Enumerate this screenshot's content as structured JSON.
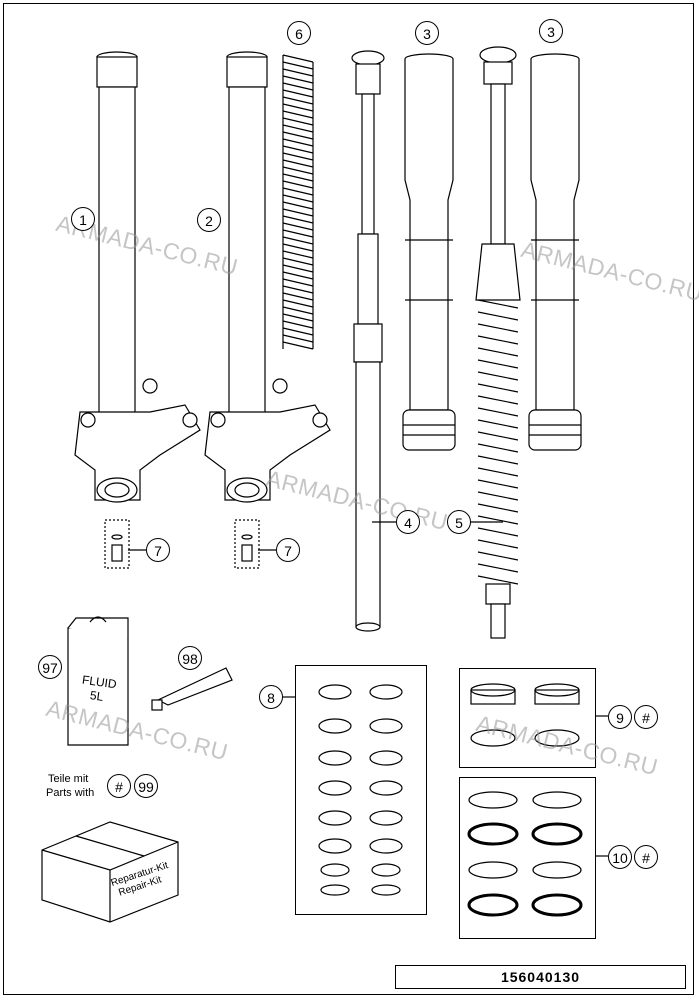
{
  "callouts": {
    "c1": "1",
    "c2": "2",
    "c3a": "3",
    "c3b": "3",
    "c4": "4",
    "c5": "5",
    "c6": "6",
    "c7a": "7",
    "c7b": "7",
    "c8": "8",
    "c9": "9",
    "c9hash": "#",
    "c10": "10",
    "c10hash": "#",
    "c97": "97",
    "c98": "98",
    "chash": "#",
    "c99": "99"
  },
  "labels": {
    "teile_line1": "Teile mit",
    "teile_line2": "Parts with",
    "fluid_line1": "FLUID",
    "fluid_line2": "5L",
    "kit_line1": "Reparatur-Kit",
    "kit_line2": "Repair-Kit"
  },
  "watermark": "ARMADA-CO.RU",
  "part_number": "156040130"
}
